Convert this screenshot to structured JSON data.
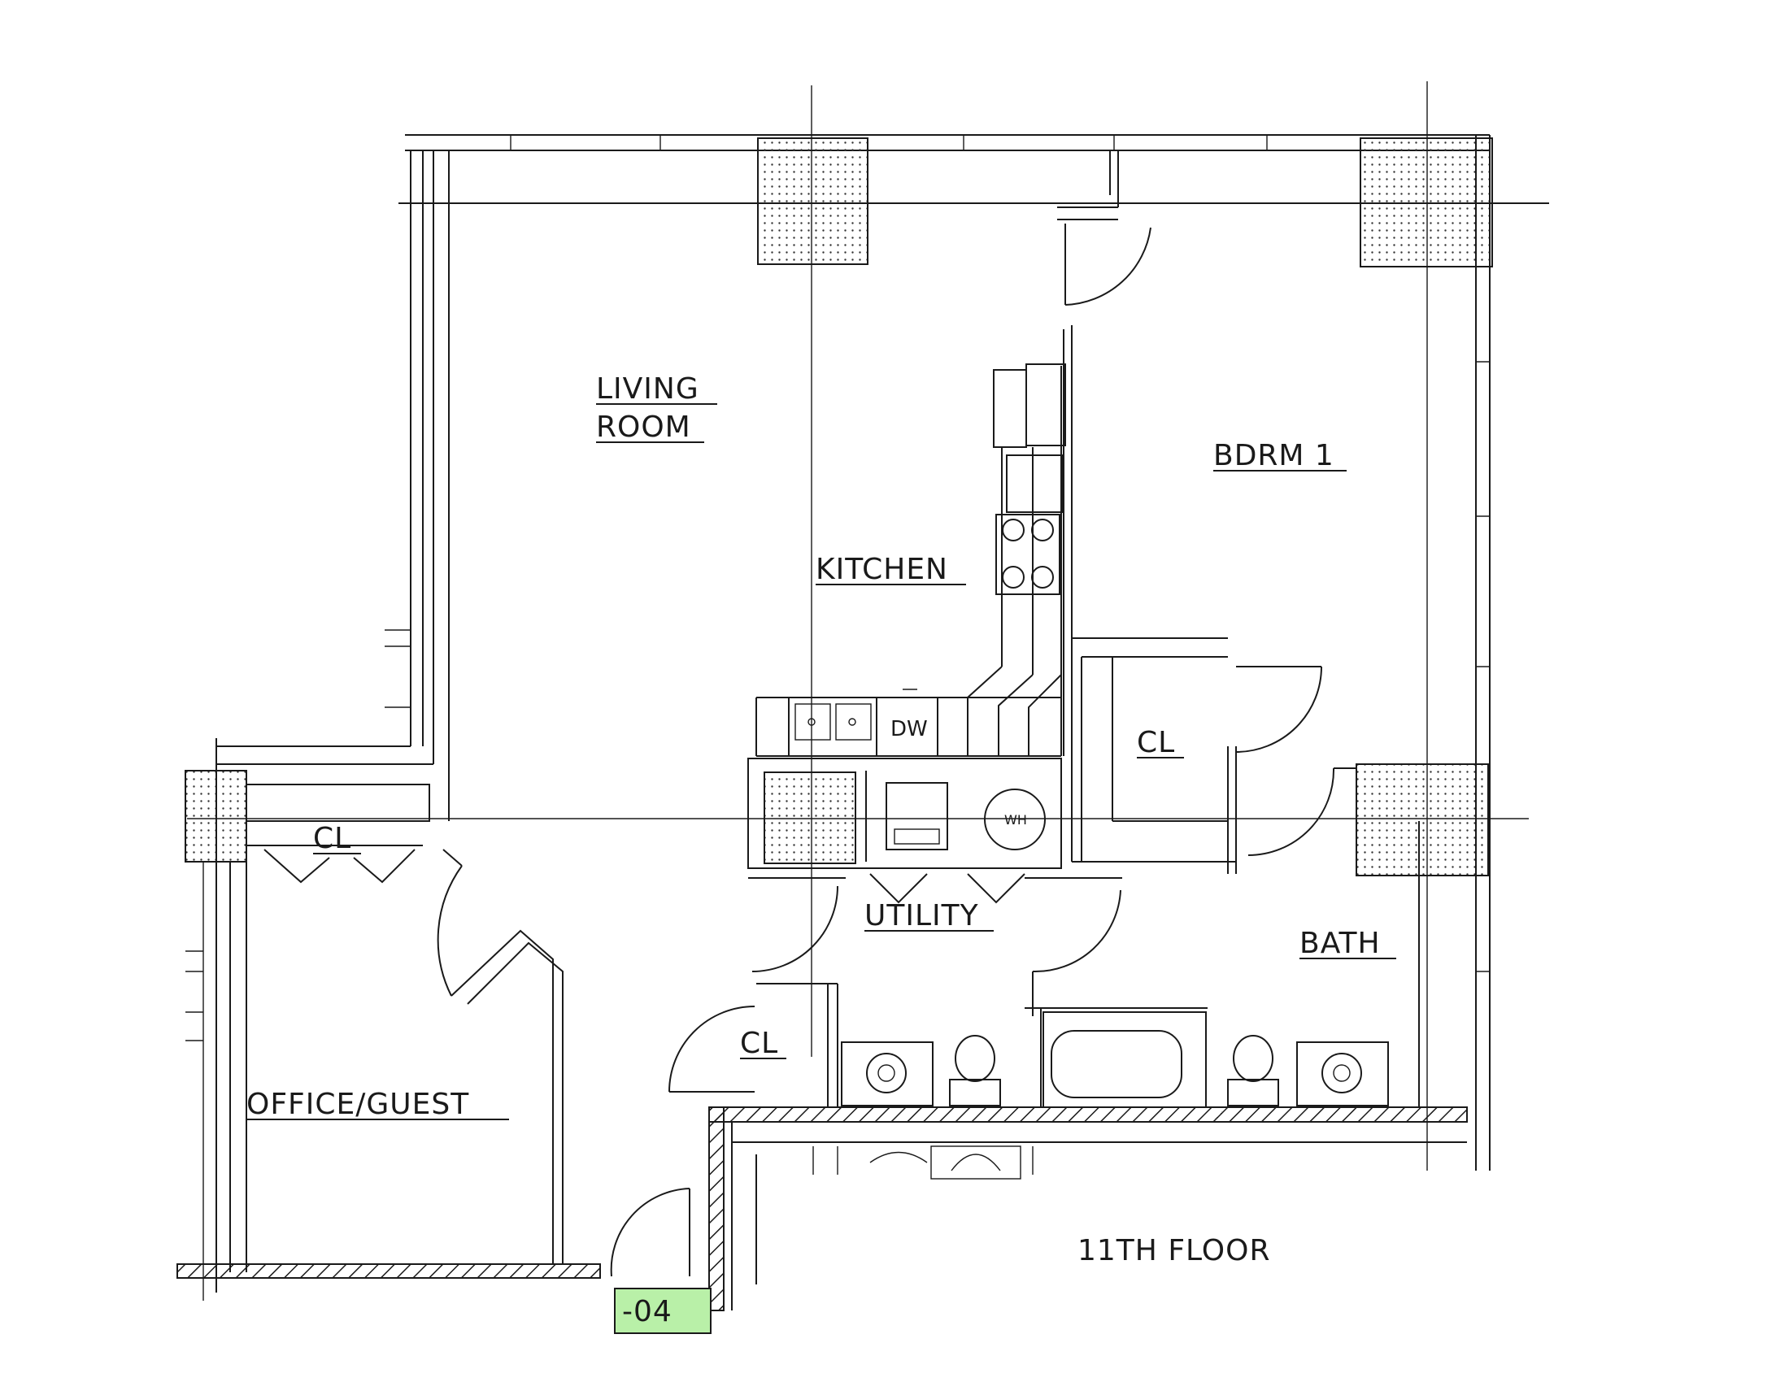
{
  "rooms": {
    "living_line1": "LIVING",
    "living_line2": "ROOM",
    "kitchen": "KITCHEN",
    "bedroom": "BDRM 1",
    "closet_bedroom": "CL",
    "closet_hall": "CL",
    "closet_bath": "CL",
    "utility": "UTILITY",
    "bath": "BATH",
    "office": "OFFICE/GUEST"
  },
  "fixtures": {
    "dishwasher": "DW",
    "water_heater": "WH"
  },
  "floor_label": "11TH FLOOR",
  "unit_tag": "-04",
  "colors": {
    "line": "#1a1a1a",
    "background": "#ffffff",
    "unit_tag_highlight": "#b9f0a8"
  }
}
